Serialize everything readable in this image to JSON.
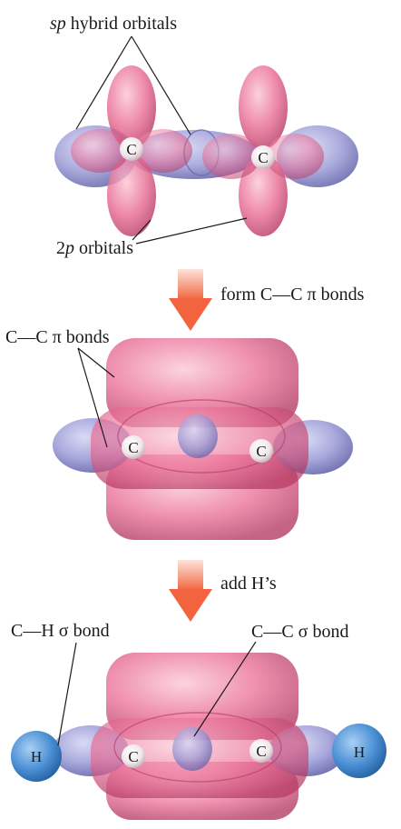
{
  "labels": {
    "sp_prefix": "sp",
    "sp_suffix": " hybrid orbitals",
    "p2_prefix": "2",
    "p2_italic": "p",
    "p2_suffix": " orbitals",
    "step1": "form C—C π bonds",
    "pi_bonds": "C—C π bonds",
    "step2": "add H’s",
    "ch_sigma": "C—H σ bond",
    "cc_sigma": "C—C σ bond"
  },
  "atoms": {
    "carbon": "C",
    "hydrogen": "H"
  },
  "colors": {
    "sp_lobe": "#8f8fd2",
    "p_lobe": "#e8668f",
    "arrow_top": "#fde3da",
    "arrow_bottom": "#f2643f",
    "hydrogen": "#4d8fd6",
    "nucleus": "#f4eef1"
  }
}
